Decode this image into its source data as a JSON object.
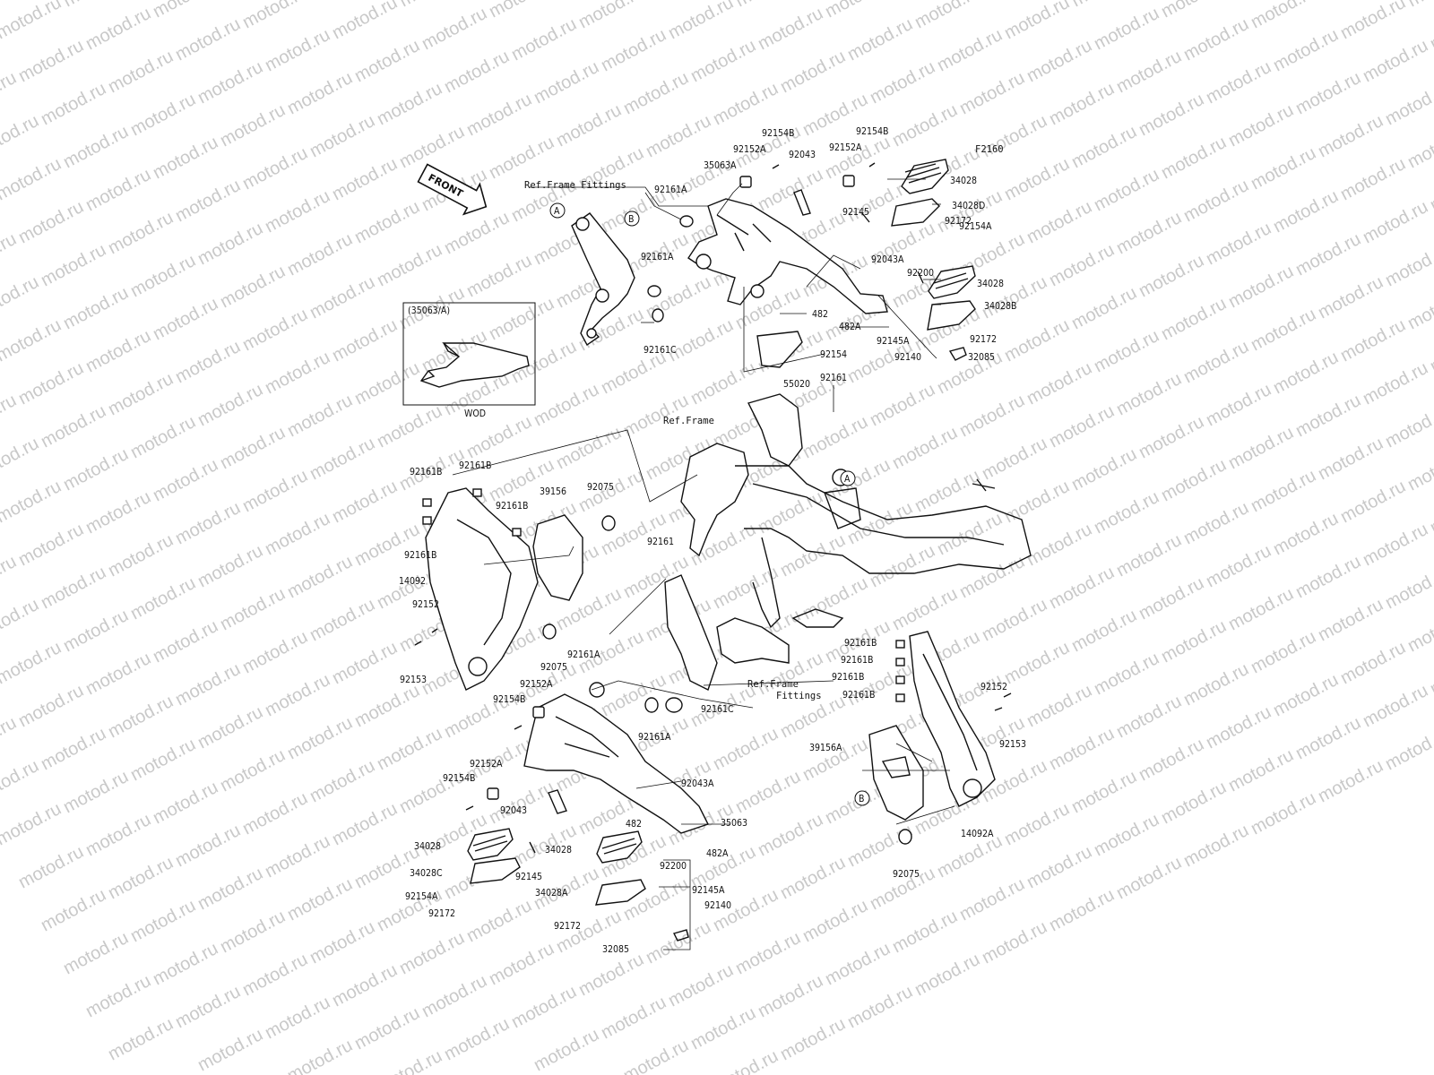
{
  "diagram": {
    "code": "F2160",
    "front_arrow": "FRONT",
    "watermark": "motod.ru",
    "inset": {
      "title": "(35063/A)",
      "caption": "WOD"
    },
    "refs": {
      "ref_frame": "Ref.Frame",
      "ref_frame_fittings_top": "Ref.Frame Fittings",
      "ref_frame_fittings_bottom_1": "Ref.Frame",
      "ref_frame_fittings_bottom_2": "Fittings"
    },
    "markers": {
      "a1": "A",
      "b1": "B",
      "a2": "A",
      "b2": "B"
    },
    "labels": {
      "l_92154b_1": "92154B",
      "l_92154b_2": "92154B",
      "l_92152a_1": "92152A",
      "l_92043_1": "92043",
      "l_92152a_2": "92152A",
      "l_35063a": "35063A",
      "l_34028_1": "34028",
      "l_92161a_1": "92161A",
      "l_34028d": "34028D",
      "l_92154a_1": "92154A",
      "l_92145_1": "92145",
      "l_92172_1": "92172",
      "l_92161a_2": "92161A",
      "l_92043a_1": "92043A",
      "l_92200_1": "92200",
      "l_34028_2": "34028",
      "l_34028b": "34028B",
      "l_482_1": "482",
      "l_482a_1": "482A",
      "l_92145a_1": "92145A",
      "l_92172_2": "92172",
      "l_92140_1": "92140",
      "l_32085_1": "32085",
      "l_92161c_1": "92161C",
      "l_92154_1": "92154",
      "l_55020": "55020",
      "l_92161_1": "92161",
      "l_92161b_1": "92161B",
      "l_92161b_2": "92161B",
      "l_92161b_3": "92161B",
      "l_92161b_4": "92161B",
      "l_39156": "39156",
      "l_92075_1": "92075",
      "l_92161_2": "92161",
      "l_14092": "14092",
      "l_92152_1": "92152",
      "l_92153_1": "92153",
      "l_92075_2": "92075",
      "l_92161a_3": "92161A",
      "l_92152a_3": "92152A",
      "l_92154b_3": "92154B",
      "l_92161c_2": "92161C",
      "l_92161a_4": "92161A",
      "l_92152a_4": "92152A",
      "l_92154b_4": "92154B",
      "l_92043a_2": "92043A",
      "l_92043_2": "92043",
      "l_482_2": "482",
      "l_35063": "35063",
      "l_34028_3": "34028",
      "l_34028c": "34028C",
      "l_92145_2": "92145",
      "l_34028_4": "34028",
      "l_92200_2": "92200",
      "l_482a_2": "482A",
      "l_92154a_2": "92154A",
      "l_92172_3": "92172",
      "l_34028a": "34028A",
      "l_92145a_2": "92145A",
      "l_92140_2": "92140",
      "l_92172_4": "92172",
      "l_32085_2": "32085",
      "l_92161b_5": "92161B",
      "l_92161b_6": "92161B",
      "l_92161b_7": "92161B",
      "l_92161b_8": "92161B",
      "l_92152_2": "92152",
      "l_92153_2": "92153",
      "l_39156a": "39156A",
      "l_14092a": "14092A",
      "l_92075_3": "92075"
    }
  }
}
